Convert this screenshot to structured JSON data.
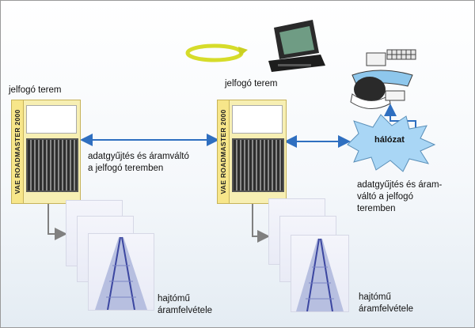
{
  "labels": {
    "top_center": "jelfogó terem",
    "top_left": "jelfogó terem",
    "middle_arrow": "adatgyűjtés és áramváltó\na jelfogó teremben",
    "network": "hálózat",
    "right_text": "adatgyűjtés és áram-\nváltó a jelfogó\nteremben",
    "bottom_left": "hajtómű\náramfelvétele",
    "bottom_right": "hajtómű\náramfelvétele"
  },
  "device": {
    "side_label": "VAE ROADMASTER 2000"
  },
  "colors": {
    "connector_blue": "#2f6fc0",
    "connector_gray": "#808080",
    "cloud_fill": "#a9d6f5",
    "cabinet_fill": "#f7efb3",
    "arrow_yellow": "#d6dc2a"
  },
  "icons": {
    "cycle_arrow": "yellow-cycle-arrow-icon",
    "laptop": "laptop-icon",
    "operator": "operator-workstation-icon"
  }
}
